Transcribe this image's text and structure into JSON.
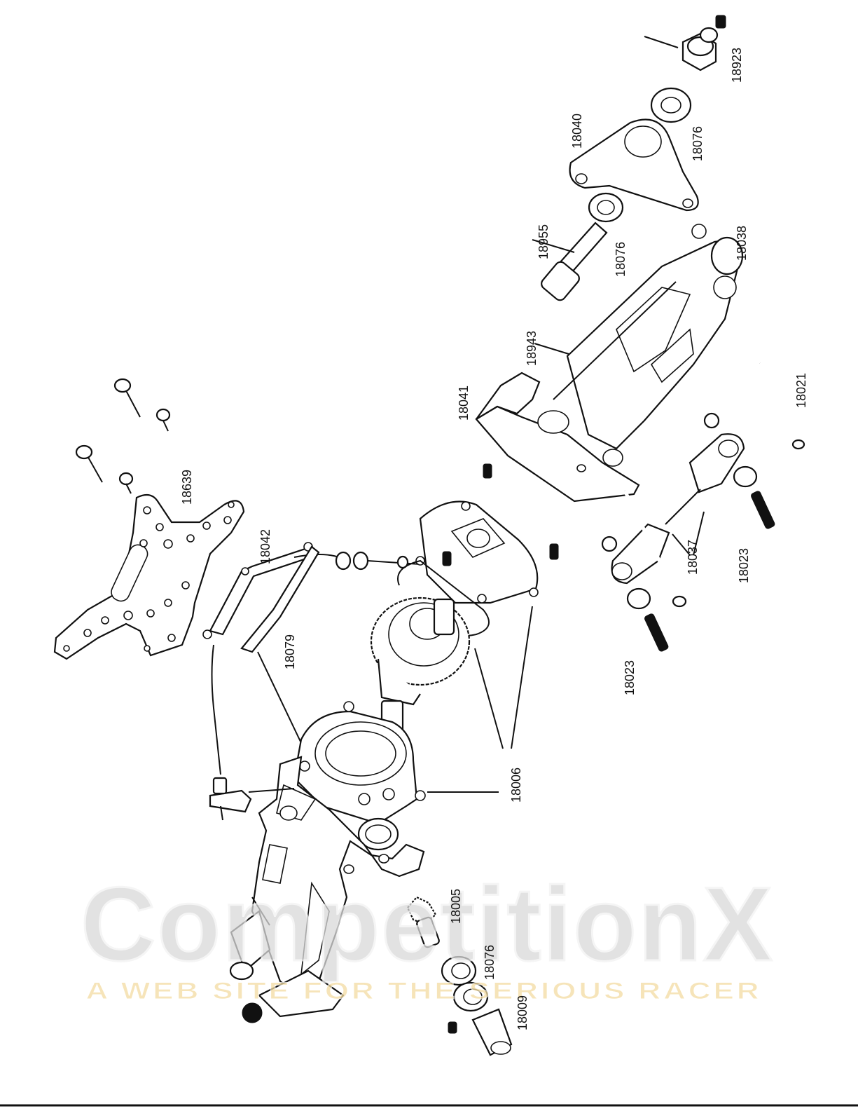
{
  "labels": [
    {
      "id": "18923",
      "text": "18923"
    },
    {
      "id": "18040",
      "text": "18040"
    },
    {
      "id": "18076a",
      "text": "18076"
    },
    {
      "id": "18955",
      "text": "18955"
    },
    {
      "id": "18076b",
      "text": "18076"
    },
    {
      "id": "18038",
      "text": "18038"
    },
    {
      "id": "18943",
      "text": "18943"
    },
    {
      "id": "18041",
      "text": "18041"
    },
    {
      "id": "18021",
      "text": "18021"
    },
    {
      "id": "18639",
      "text": "18639"
    },
    {
      "id": "18042",
      "text": "18042"
    },
    {
      "id": "18079",
      "text": "18079"
    },
    {
      "id": "18037",
      "text": "18037"
    },
    {
      "id": "18023a",
      "text": "18023"
    },
    {
      "id": "18023b",
      "text": "18023"
    },
    {
      "id": "18006",
      "text": "18006"
    },
    {
      "id": "18005",
      "text": "18005"
    },
    {
      "id": "18076c",
      "text": "18076"
    },
    {
      "id": "18009",
      "text": "18009"
    }
  ],
  "watermark": {
    "main": "CompetitionX",
    "tagline": "A WEB SITE FOR THE SERIOUS RACER",
    "colors": {
      "fill": "#d9d9d9",
      "outline": "#f2f2f2",
      "accent_x": "#f5b8b8",
      "tagline": "#f3dca2"
    }
  }
}
